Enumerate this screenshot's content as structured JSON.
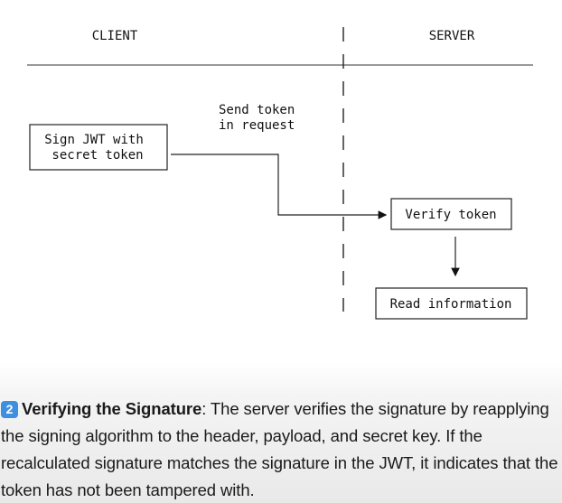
{
  "diagram": {
    "client_label": "CLIENT",
    "server_label": "SERVER",
    "sign_box": {
      "line1": "Sign JWT with",
      "line2": "secret token"
    },
    "send_label": {
      "line1": "Send token",
      "line2": "in request"
    },
    "verify_box": "Verify token",
    "read_box": "Read information"
  },
  "paragraph": {
    "step_number": "2",
    "title": "Verifying the Signature",
    "text_1": ": The server verifies the signature by reapplying the signing algorithm to the header, payload, and secret key. If the recalculated signature matches the signature in the JWT, it indicates that the token has not been tampered with."
  },
  "colors": {
    "badge": "#3d8fe0",
    "text": "#1a1a1a"
  }
}
